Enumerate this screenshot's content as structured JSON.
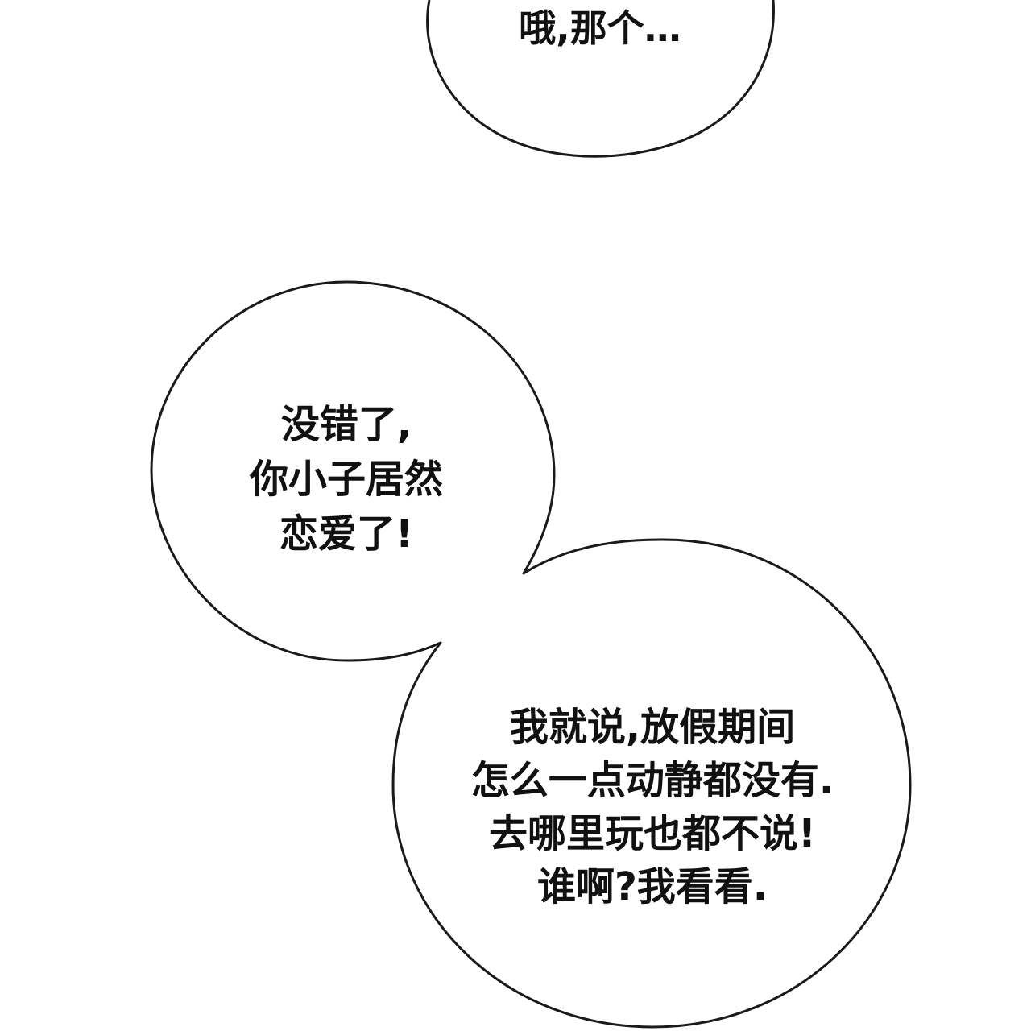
{
  "bubbles": {
    "top": {
      "lines": [
        "哦,那个…"
      ]
    },
    "middle": {
      "lines": [
        "没错了,",
        "你小子居然",
        "恋爱了!"
      ]
    },
    "bottom": {
      "lines": [
        "我就说,放假期间",
        "怎么一点动静都没有.",
        "去哪里玩也都不说!",
        "谁啊?我看看."
      ]
    }
  },
  "colors": {
    "background": "#ffffff",
    "outline": "#1a1a1a",
    "text": "#111111"
  }
}
